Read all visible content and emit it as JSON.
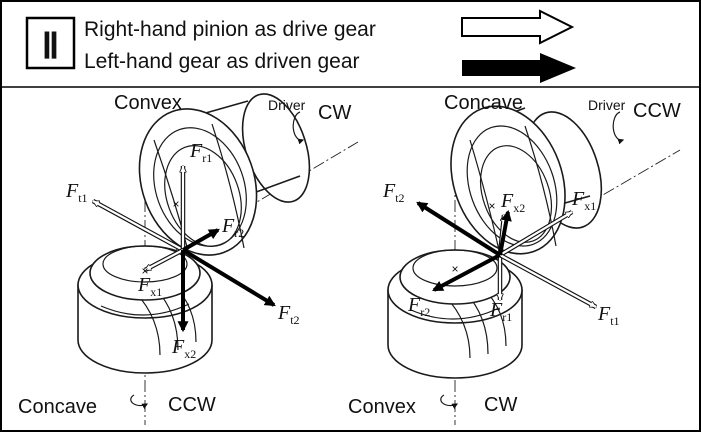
{
  "header": {
    "numeral": "Ⅱ",
    "line1": "Right-hand pinion as drive gear",
    "line2": "Left-hand gear as driven gear",
    "legend_colors": {
      "hollow": "#ffffff",
      "solid": "#000000"
    }
  },
  "left_panel": {
    "pinion_flank": "Convex",
    "driver_label": "Driver",
    "pinion_rotation": "CW",
    "gear_flank": "Concave",
    "gear_rotation": "CCW",
    "forces": {
      "fr1": {
        "main": "F",
        "sub": "r1"
      },
      "ft1": {
        "main": "F",
        "sub": "t1"
      },
      "fr2": {
        "main": "F",
        "sub": "r2"
      },
      "fx1": {
        "main": "F",
        "sub": "x1"
      },
      "ft2": {
        "main": "F",
        "sub": "t2"
      },
      "fx2": {
        "main": "F",
        "sub": "x2"
      }
    }
  },
  "right_panel": {
    "pinion_flank": "Concave",
    "driver_label": "Driver",
    "pinion_rotation": "CCW",
    "gear_flank": "Convex",
    "gear_rotation": "CW",
    "forces": {
      "ft2": {
        "main": "F",
        "sub": "t2"
      },
      "fx2": {
        "main": "F",
        "sub": "x2"
      },
      "fx1": {
        "main": "F",
        "sub": "x1"
      },
      "fr2": {
        "main": "F",
        "sub": "r2"
      },
      "fr1": {
        "main": "F",
        "sub": "r1"
      },
      "ft1": {
        "main": "F",
        "sub": "t1"
      }
    }
  }
}
